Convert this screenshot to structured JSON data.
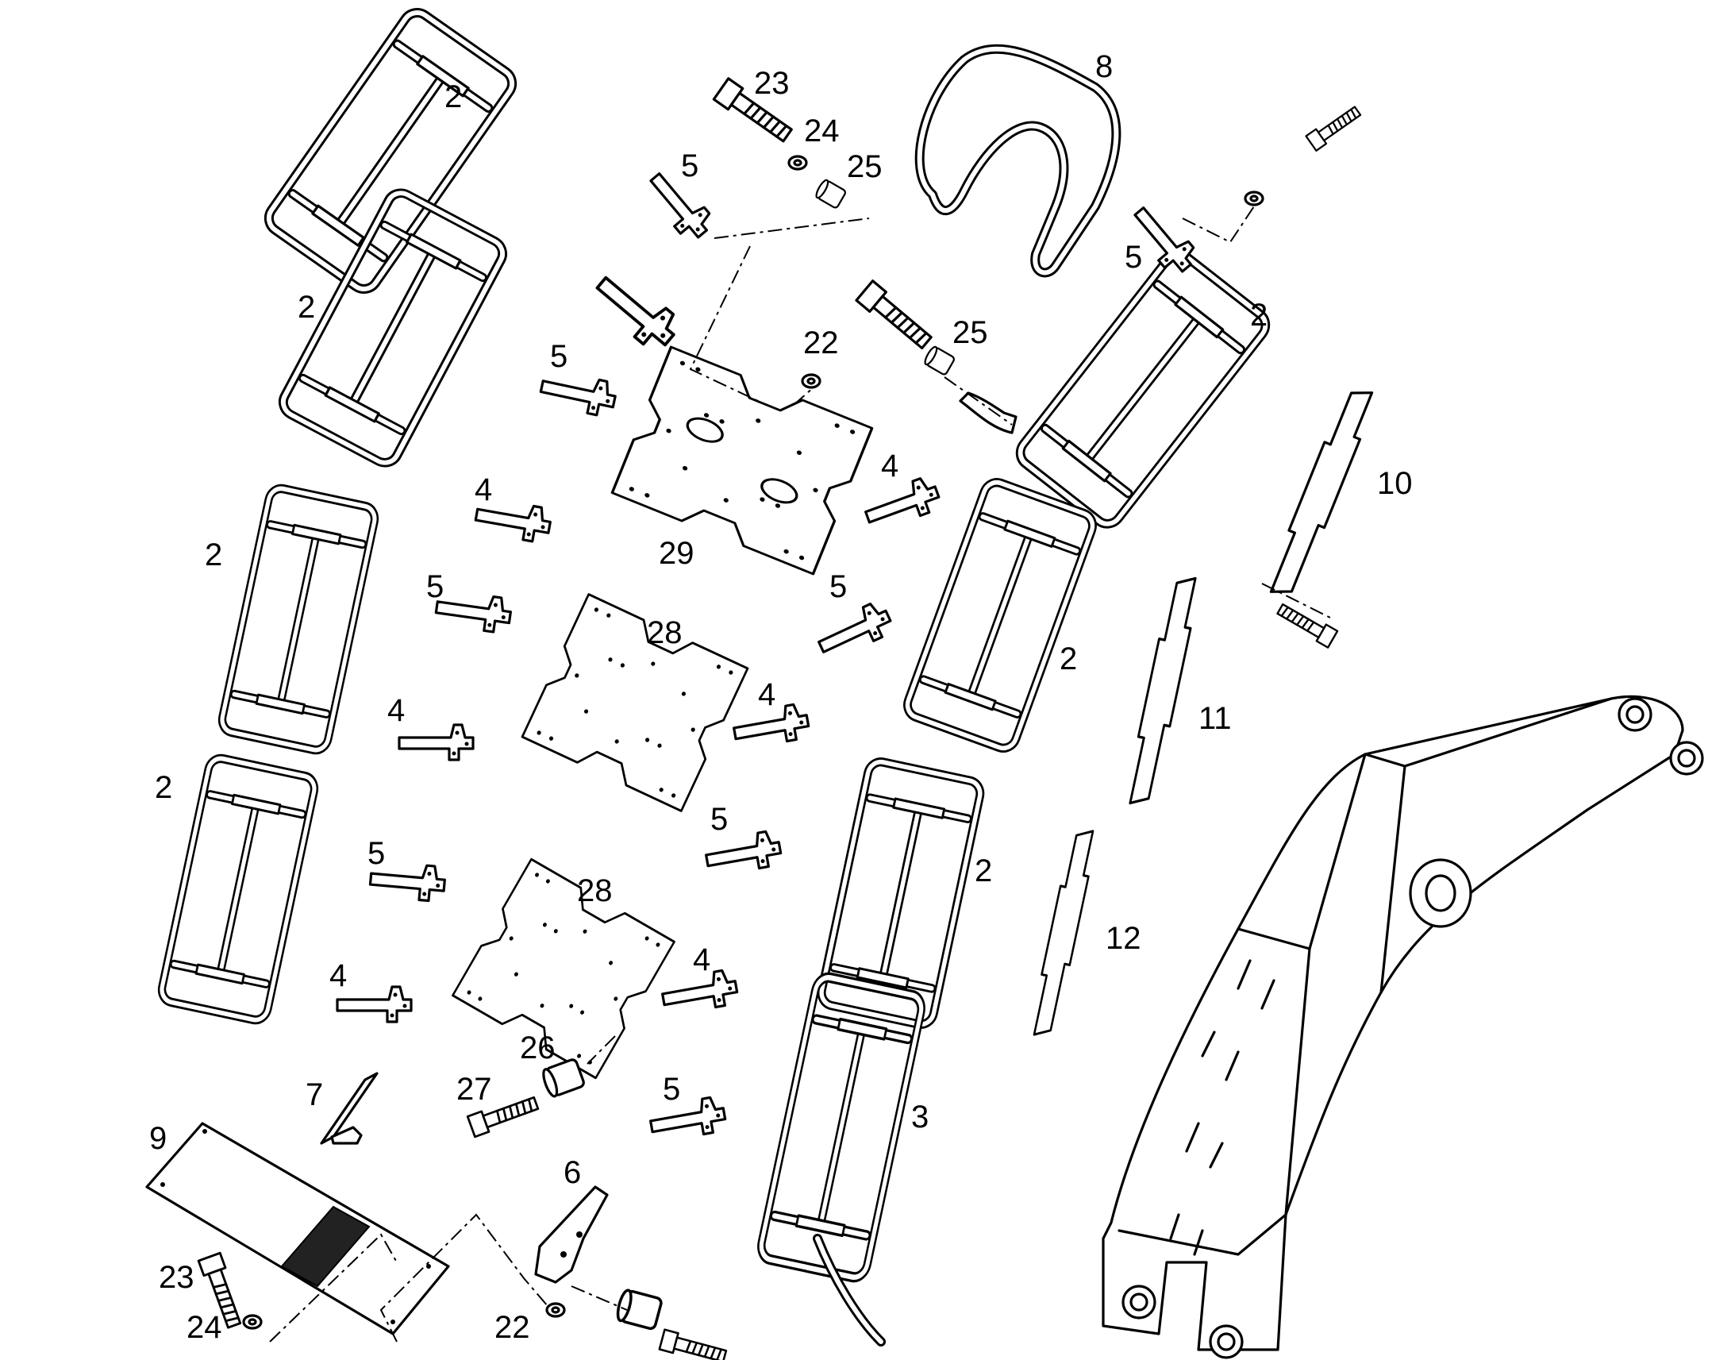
{
  "diagram": {
    "callouts": {
      "c_2a": "2",
      "c_2b": "2",
      "c_2c": "2",
      "c_2d": "2",
      "c_2e": "2",
      "c_2f": "2",
      "c_2g": "2",
      "c_3": "3",
      "c_4a": "4",
      "c_4b": "4",
      "c_4c": "4",
      "c_4d": "4",
      "c_4e": "4",
      "c_4f": "4",
      "c_5a": "5",
      "c_5b": "5",
      "c_5c": "5",
      "c_5d": "5",
      "c_5e": "5",
      "c_5f": "5",
      "c_5g": "5",
      "c_5h": "5",
      "c_6": "6",
      "c_7": "7",
      "c_8": "8",
      "c_9": "9",
      "c_10": "10",
      "c_11": "11",
      "c_12": "12",
      "c_22a": "22",
      "c_22b": "22",
      "c_23a": "23",
      "c_23b": "23",
      "c_24a": "24",
      "c_24b": "24",
      "c_25a": "25",
      "c_25b": "25",
      "c_26": "26",
      "c_27": "27",
      "c_28a": "28",
      "c_28b": "28",
      "c_29": "29"
    }
  }
}
